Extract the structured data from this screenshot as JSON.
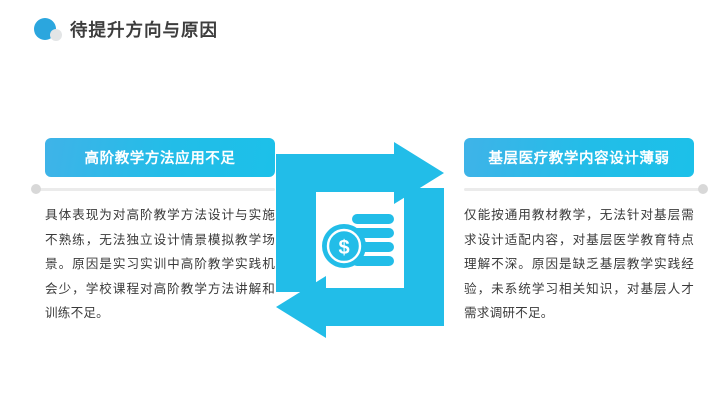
{
  "slide": {
    "background_color": "#ffffff",
    "accent_color": "#22bde8",
    "header_bullet_color": "#2ba6de"
  },
  "header": {
    "title": "待提升方向与原因",
    "bullet_icon": "circle-bullet-icon",
    "bullet_secondary_icon": "circle-small-icon"
  },
  "columns": [
    {
      "id": "left",
      "badge_label": "高阶教学方法应用不足",
      "body": "具体表现为对高阶教学方法设计与实施不熟练，无法独立设计情景模拟教学场景。原因是实习实训中高阶教学实践机会少，学校课程对高阶教学方法讲解和训练不足。",
      "divider_icon": "divider-dot-icon"
    },
    {
      "id": "right",
      "badge_label": "基层医疗教学内容设计薄弱",
      "body": "仅能按通用教材教学，无法针对基层需求设计适配内容，对基层医学教育特点理解不深。原因是缺乏基层教学实践经验，未系统学习相关知识，对基层人才需求调研不足。",
      "divider_icon": "divider-dot-icon"
    }
  ],
  "center_graphic": {
    "name": "cycle-arrows-graphic",
    "top_arrow_direction": "right",
    "bottom_arrow_direction": "left",
    "inner_icon": "coins-dollar-icon",
    "color": "#22bde8"
  }
}
